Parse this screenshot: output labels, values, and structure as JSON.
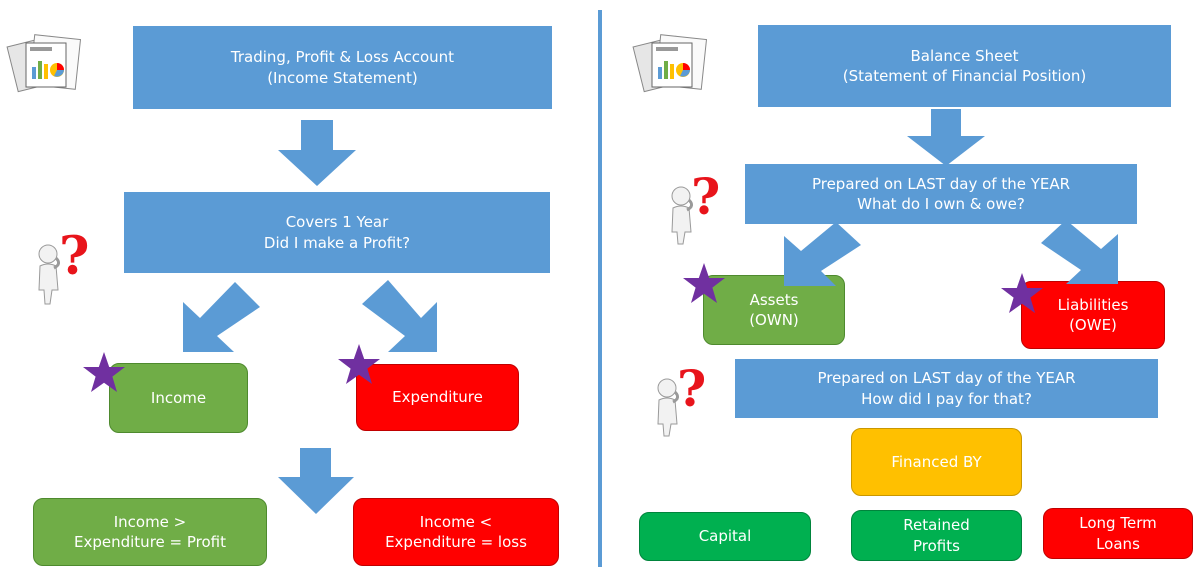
{
  "left": {
    "title": "Trading, Profit & Loss Account\n(Income Statement)",
    "question": "Covers 1 Year\nDid I make a Profit?",
    "income": "Income",
    "expenditure": "Expenditure",
    "profit_result": "Income >\nExpenditure = Profit",
    "loss_result": "Income <\nExpenditure = loss"
  },
  "right": {
    "title": "Balance Sheet\n(Statement of Financial Position)",
    "question1": "Prepared on LAST day of the YEAR\nWhat do I own & owe?",
    "assets": "Assets\n(OWN)",
    "liabilities": "Liabilities\n(OWE)",
    "question2": "Prepared on LAST day of the YEAR\nHow did I pay for that?",
    "financed_by": "Financed BY",
    "capital": "Capital",
    "retained_profits": "Retained\nProfits",
    "long_term_loans": "Long Term\nLoans"
  },
  "colors": {
    "blue": "#5b9bd5",
    "green": "#70ad47",
    "red": "#ff0000",
    "orange": "#ffc000",
    "dark_green": "#00b050",
    "star": "#7030a0",
    "question_mark": "#e8141b"
  },
  "icons": [
    "document-charts-icon",
    "thinking-person-icon",
    "star-icon"
  ]
}
